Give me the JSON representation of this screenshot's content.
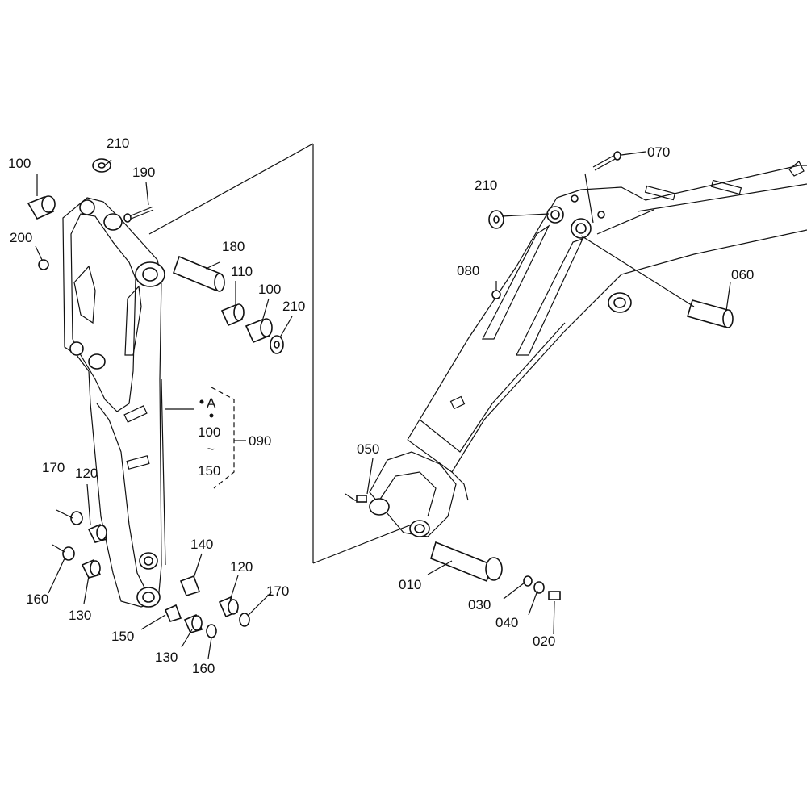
{
  "callouts": {
    "l210a": "210",
    "l100a": "100",
    "l190": "190",
    "l200": "200",
    "l180": "180",
    "l110": "110",
    "l100b": "100",
    "l210b": "210",
    "lA": "A",
    "l100c": "100",
    "ltilde": "~",
    "l150a": "150",
    "l090": "090",
    "l170a": "170",
    "l120a": "120",
    "l160a": "160",
    "l130a": "130",
    "l140": "140",
    "l120b": "120",
    "l170b": "170",
    "l150b": "150",
    "l130b": "130",
    "l160b": "160",
    "l070": "070",
    "l210c": "210",
    "l080": "080",
    "l060": "060",
    "l050": "050",
    "l010": "010",
    "l030": "030",
    "l040": "040",
    "l020": "020"
  }
}
